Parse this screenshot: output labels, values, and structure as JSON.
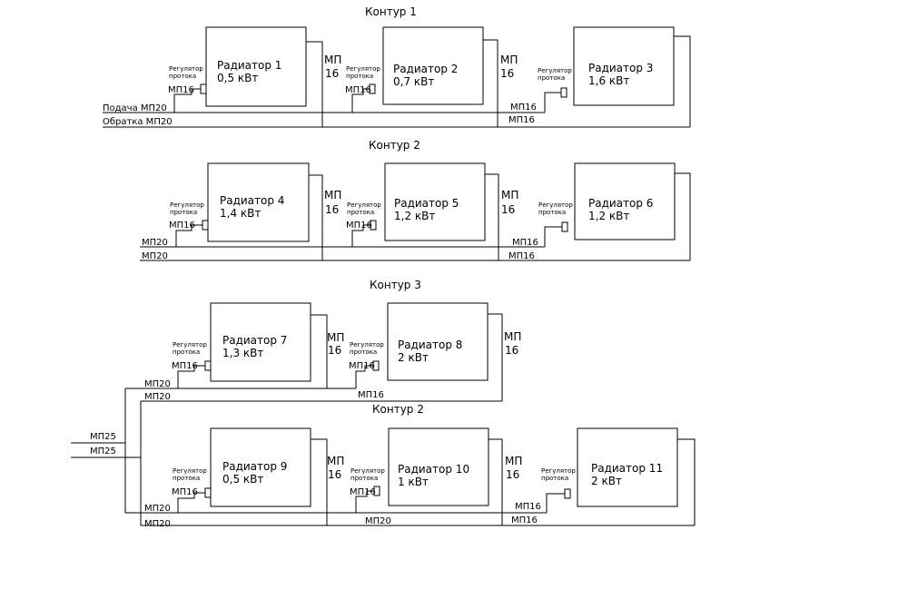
{
  "contours": [
    {
      "title": "Контур 1",
      "supply_label": "Подача МП20",
      "return_label": "Обратка МП20",
      "radiators": [
        {
          "name": "Радиатор 1",
          "power": "0,5 кВт",
          "reg": [
            "Регулятор",
            "протока"
          ],
          "reg_pipe": "МП16",
          "mp": [
            "МП",
            "16"
          ]
        },
        {
          "name": "Радиатор 2",
          "power": "0,7 кВт",
          "reg": [
            "Регулятор",
            "протока"
          ],
          "reg_pipe": "МП16",
          "mp": [
            "МП",
            "16"
          ]
        },
        {
          "name": "Радиатор 3",
          "power": "1,6 кВт",
          "reg": [
            "Регулятор",
            "протока"
          ],
          "last_supply": "МП16",
          "last_return": "МП16"
        }
      ]
    },
    {
      "title": "Контур 2",
      "supply_label": "МП20",
      "return_label": "МП20",
      "radiators": [
        {
          "name": "Радиатор 4",
          "power": "1,4 кВт",
          "reg": [
            "Регулятор",
            "протока"
          ],
          "reg_pipe": "МП16",
          "mp": [
            "МП",
            "16"
          ]
        },
        {
          "name": "Радиатор 5",
          "power": "1,2 кВт",
          "reg": [
            "Регулятор",
            "протока"
          ],
          "reg_pipe": "МП16",
          "mp": [
            "МП",
            "16"
          ]
        },
        {
          "name": "Радиатор 6",
          "power": "1,2 кВт",
          "reg": [
            "Регулятор",
            "протока"
          ],
          "last_supply": "МП16",
          "last_return": "МП16"
        }
      ]
    },
    {
      "title": "Контур 3",
      "supply_label": "МП20",
      "return_label": "МП20",
      "return_mid_label": "МП16",
      "radiators": [
        {
          "name": "Радиатор 7",
          "power": "1,3 кВт",
          "reg": [
            "Регулятор",
            "протока"
          ],
          "reg_pipe": "МП16",
          "mp": [
            "МП",
            "16"
          ]
        },
        {
          "name": "Радиатор 8",
          "power": "2 кВт",
          "reg": [
            "Регулятор",
            "протока"
          ],
          "reg_pipe": "МП16",
          "mp": [
            "МП",
            "16"
          ]
        }
      ]
    },
    {
      "title": "Контур 2",
      "supply_label": "МП20",
      "return_label": "МП20",
      "return_mid_label": "МП20",
      "radiators": [
        {
          "name": "Радиатор 9",
          "power": "0,5 кВт",
          "reg": [
            "Регулятор",
            "протока"
          ],
          "reg_pipe": "МП16",
          "mp": [
            "МП",
            "16"
          ]
        },
        {
          "name": "Радиатор 10",
          "power": "1 кВт",
          "reg": [
            "Регулятор",
            "протока"
          ],
          "reg_pipe": "МП16",
          "mp": [
            "МП",
            "16"
          ]
        },
        {
          "name": "Радиатор 11",
          "power": "2 кВт",
          "reg": [
            "Регулятор",
            "протока"
          ],
          "last_supply": "МП16",
          "last_return": "МП16"
        }
      ]
    }
  ],
  "main_supply": "МП25",
  "main_return": "МП25"
}
